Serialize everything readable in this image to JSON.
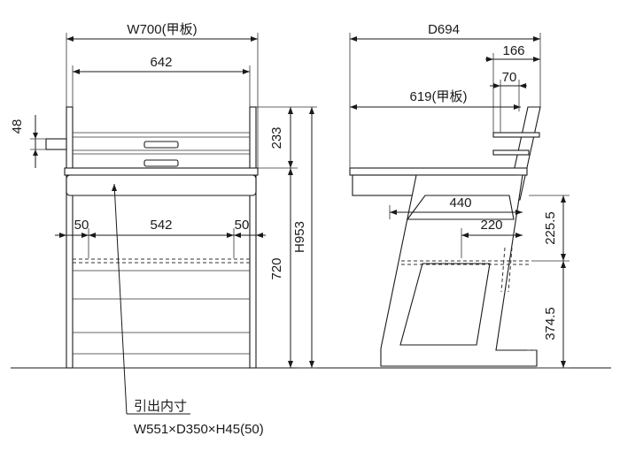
{
  "front_view": {
    "width_label": "W700(甲板)",
    "inner_width_label": "642",
    "side_height_label": "48",
    "upper_height_label": "233",
    "total_height_label": "H953",
    "desk_height_label": "720",
    "left_gap_label": "50",
    "mid_width_label": "542",
    "right_gap_label": "50"
  },
  "side_view": {
    "depth_label": "D694",
    "top_depth_label": "619(甲板)",
    "shelf_depth_label": "166",
    "offset_label": "70",
    "base_depth_label": "440",
    "mid_depth_label": "220",
    "mid_height_label": "225.5",
    "lower_height_label": "374.5"
  },
  "callout": {
    "title": "引出内寸",
    "size": "W551×D350×H45(50)"
  }
}
